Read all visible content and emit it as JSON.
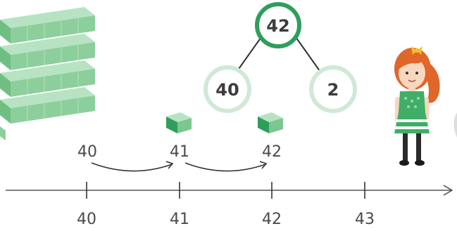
{
  "number_bond": {
    "whole": "42",
    "parts": [
      "40",
      "2"
    ]
  },
  "jumps": {
    "labels": [
      "40",
      "41",
      "42"
    ]
  },
  "number_line": {
    "ticks": [
      "40",
      "41",
      "42",
      "43"
    ]
  },
  "colors": {
    "green": "#2e9e5b",
    "light_green": "#9fd5b2",
    "block_green": "#8ccf9c",
    "axis": "#555555"
  }
}
